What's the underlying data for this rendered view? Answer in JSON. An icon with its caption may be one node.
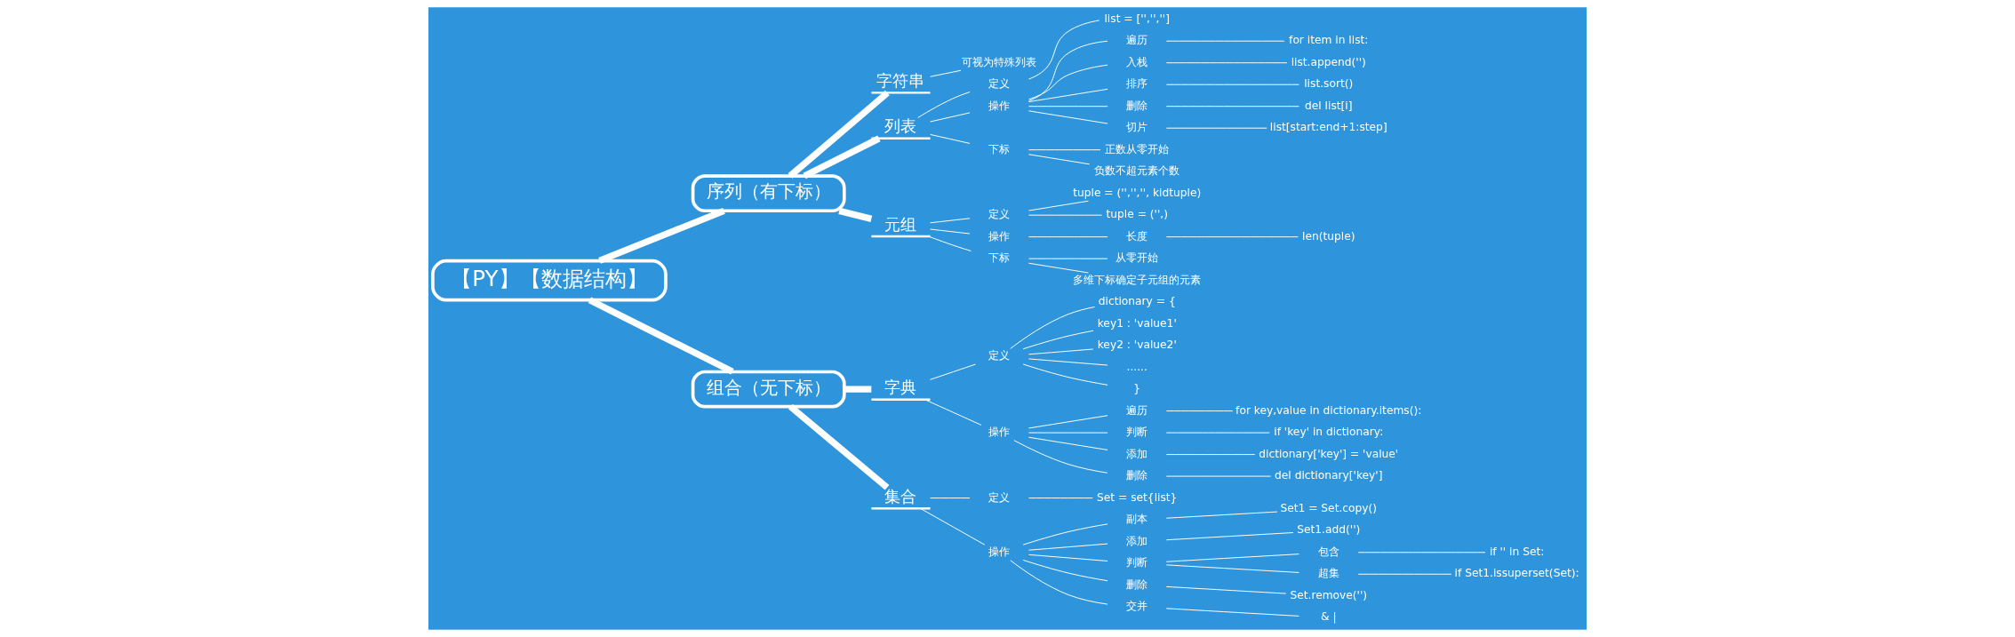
{
  "diagram": {
    "nodes": [
      {
        "text": [
          "【PY】【数据结构】"
        ]
      },
      {
        "text": [
          "序列（有下标）"
        ]
      },
      {
        "text": [
          "字符串"
        ]
      },
      {
        "text": [
          "可视为特殊列表"
        ]
      },
      {
        "text": [
          "列表"
        ]
      },
      {
        "text": [
          "定义"
        ]
      },
      {
        "text": [
          "list = ['','','']"
        ]
      },
      {
        "text": [
          "操作"
        ]
      },
      {
        "text": [
          "遍历"
        ]
      },
      {
        "text": [
          "for item in list:"
        ]
      },
      {
        "text": [
          "入栈"
        ]
      },
      {
        "text": [
          "list.append('')"
        ]
      },
      {
        "text": [
          "排序"
        ]
      },
      {
        "text": [
          "list.sort()"
        ]
      },
      {
        "text": [
          "删除"
        ]
      },
      {
        "text": [
          "del list[i]"
        ]
      },
      {
        "text": [
          "切片"
        ]
      },
      {
        "text": [
          "list[start:end+1:step]"
        ]
      },
      {
        "text": [
          "下标"
        ]
      },
      {
        "text": [
          "正数从零开始"
        ]
      },
      {
        "text": [
          "负数不超元素个数"
        ]
      },
      {
        "text": [
          "元组"
        ]
      },
      {
        "text": [
          "定义"
        ]
      },
      {
        "text": [
          "tuple = ('','','', kidtuple)"
        ]
      },
      {
        "text": [
          "tuple = ('',)"
        ]
      },
      {
        "text": [
          "操作"
        ]
      },
      {
        "text": [
          "长度"
        ]
      },
      {
        "text": [
          "len(tuple)"
        ]
      },
      {
        "text": [
          "下标"
        ]
      },
      {
        "text": [
          "从零开始"
        ]
      },
      {
        "text": [
          "多维下标确定子元组的元素"
        ]
      },
      {
        "text": [
          "组合（无下标）"
        ]
      },
      {
        "text": [
          "字典"
        ]
      },
      {
        "text": [
          "定义"
        ]
      },
      {
        "text": [
          "dictionary = {"
        ]
      },
      {
        "text": [
          "key1 : 'value1'"
        ]
      },
      {
        "text": [
          "key2 : 'value2'"
        ]
      },
      {
        "text": [
          "......"
        ]
      },
      {
        "text": [
          "}"
        ]
      },
      {
        "text": [
          "操作"
        ]
      },
      {
        "text": [
          "遍历"
        ]
      },
      {
        "text": [
          "for key,value in dictionary.items():"
        ]
      },
      {
        "text": [
          "判断"
        ]
      },
      {
        "text": [
          "if 'key' in dictionary:"
        ]
      },
      {
        "text": [
          "添加"
        ]
      },
      {
        "text": [
          "dictionary['key'] = 'value'"
        ]
      },
      {
        "text": [
          "删除"
        ]
      },
      {
        "text": [
          "del dictionary['key']"
        ]
      },
      {
        "text": [
          "集合"
        ]
      },
      {
        "text": [
          "定义"
        ]
      },
      {
        "text": [
          "Set = set{list}"
        ]
      },
      {
        "text": [
          "操作"
        ]
      },
      {
        "text": [
          "副本"
        ]
      },
      {
        "text": [
          "Set1 = Set.copy()"
        ]
      },
      {
        "text": [
          "添加"
        ]
      },
      {
        "text": [
          "Set1.add('')"
        ]
      },
      {
        "text": [
          "判断"
        ]
      },
      {
        "text": [
          "包含"
        ]
      },
      {
        "text": [
          "if '' in Set:"
        ]
      },
      {
        "text": [
          "超集"
        ]
      },
      {
        "text": [
          "if Set1.issuperset(Set):"
        ]
      },
      {
        "text": [
          "删除"
        ]
      },
      {
        "text": [
          "Set.remove('')"
        ]
      },
      {
        "text": [
          "交并"
        ]
      },
      {
        "text": [
          "& |"
        ]
      }
    ],
    "edges": [
      {
        "from": 0,
        "to": 1,
        "arrow": "none",
        "style": "thick"
      },
      {
        "from": 1,
        "to": 2,
        "arrow": "none",
        "style": "thick"
      },
      {
        "from": 2,
        "to": 3,
        "arrow": "none"
      },
      {
        "from": 1,
        "to": 4,
        "arrow": "none",
        "style": "thick"
      },
      {
        "from": 4,
        "to": 5,
        "arrow": "none"
      },
      {
        "from": 5,
        "to": 6,
        "arrow": "none"
      },
      {
        "from": 4,
        "to": 7,
        "arrow": "none"
      },
      {
        "from": 7,
        "to": 8,
        "arrow": "none"
      },
      {
        "from": 8,
        "to": 9,
        "arrow": "none"
      },
      {
        "from": 7,
        "to": 10,
        "arrow": "none"
      },
      {
        "from": 10,
        "to": 11,
        "arrow": "none"
      },
      {
        "from": 7,
        "to": 12,
        "arrow": "none"
      },
      {
        "from": 12,
        "to": 13,
        "arrow": "none"
      },
      {
        "from": 7,
        "to": 14,
        "arrow": "none"
      },
      {
        "from": 14,
        "to": 15,
        "arrow": "none"
      },
      {
        "from": 7,
        "to": 16,
        "arrow": "none"
      },
      {
        "from": 16,
        "to": 17,
        "arrow": "none"
      },
      {
        "from": 4,
        "to": 18,
        "arrow": "none"
      },
      {
        "from": 18,
        "to": 19,
        "arrow": "none"
      },
      {
        "from": 18,
        "to": 20,
        "arrow": "none"
      },
      {
        "from": 1,
        "to": 21,
        "arrow": "none",
        "style": "thick"
      },
      {
        "from": 21,
        "to": 22,
        "arrow": "none"
      },
      {
        "from": 22,
        "to": 23,
        "arrow": "none"
      },
      {
        "from": 22,
        "to": 24,
        "arrow": "none"
      },
      {
        "from": 21,
        "to": 25,
        "arrow": "none"
      },
      {
        "from": 25,
        "to": 26,
        "arrow": "none"
      },
      {
        "from": 26,
        "to": 27,
        "arrow": "none"
      },
      {
        "from": 21,
        "to": 28,
        "arrow": "none"
      },
      {
        "from": 28,
        "to": 29,
        "arrow": "none"
      },
      {
        "from": 28,
        "to": 30,
        "arrow": "none"
      },
      {
        "from": 0,
        "to": 31,
        "arrow": "none",
        "style": "thick"
      },
      {
        "from": 31,
        "to": 32,
        "arrow": "none",
        "style": "thick"
      },
      {
        "from": 32,
        "to": 33,
        "arrow": "none"
      },
      {
        "from": 33,
        "to": 34,
        "arrow": "none"
      },
      {
        "from": 33,
        "to": 35,
        "arrow": "none"
      },
      {
        "from": 33,
        "to": 36,
        "arrow": "none"
      },
      {
        "from": 33,
        "to": 37,
        "arrow": "none"
      },
      {
        "from": 33,
        "to": 38,
        "arrow": "none"
      },
      {
        "from": 32,
        "to": 39,
        "arrow": "none"
      },
      {
        "from": 39,
        "to": 40,
        "arrow": "none"
      },
      {
        "from": 40,
        "to": 41,
        "arrow": "none"
      },
      {
        "from": 39,
        "to": 42,
        "arrow": "none"
      },
      {
        "from": 42,
        "to": 43,
        "arrow": "none"
      },
      {
        "from": 39,
        "to": 44,
        "arrow": "none"
      },
      {
        "from": 44,
        "to": 45,
        "arrow": "none"
      },
      {
        "from": 39,
        "to": 46,
        "arrow": "none"
      },
      {
        "from": 46,
        "to": 47,
        "arrow": "none"
      },
      {
        "from": 31,
        "to": 48,
        "arrow": "none",
        "style": "thick"
      },
      {
        "from": 48,
        "to": 49,
        "arrow": "none"
      },
      {
        "from": 49,
        "to": 50,
        "arrow": "none"
      },
      {
        "from": 48,
        "to": 51,
        "arrow": "none"
      },
      {
        "from": 51,
        "to": 52,
        "arrow": "none"
      },
      {
        "from": 52,
        "to": 53,
        "arrow": "none"
      },
      {
        "from": 51,
        "to": 54,
        "arrow": "none"
      },
      {
        "from": 54,
        "to": 55,
        "arrow": "none"
      },
      {
        "from": 51,
        "to": 56,
        "arrow": "none"
      },
      {
        "from": 56,
        "to": 57,
        "arrow": "none"
      },
      {
        "from": 57,
        "to": 58,
        "arrow": "none"
      },
      {
        "from": 56,
        "to": 59,
        "arrow": "none"
      },
      {
        "from": 59,
        "to": 60,
        "arrow": "none"
      },
      {
        "from": 51,
        "to": 61,
        "arrow": "none"
      },
      {
        "from": 61,
        "to": 62,
        "arrow": "none"
      },
      {
        "from": 51,
        "to": 63,
        "arrow": "none"
      },
      {
        "from": 63,
        "to": 64,
        "arrow": "none"
      }
    ]
  }
}
